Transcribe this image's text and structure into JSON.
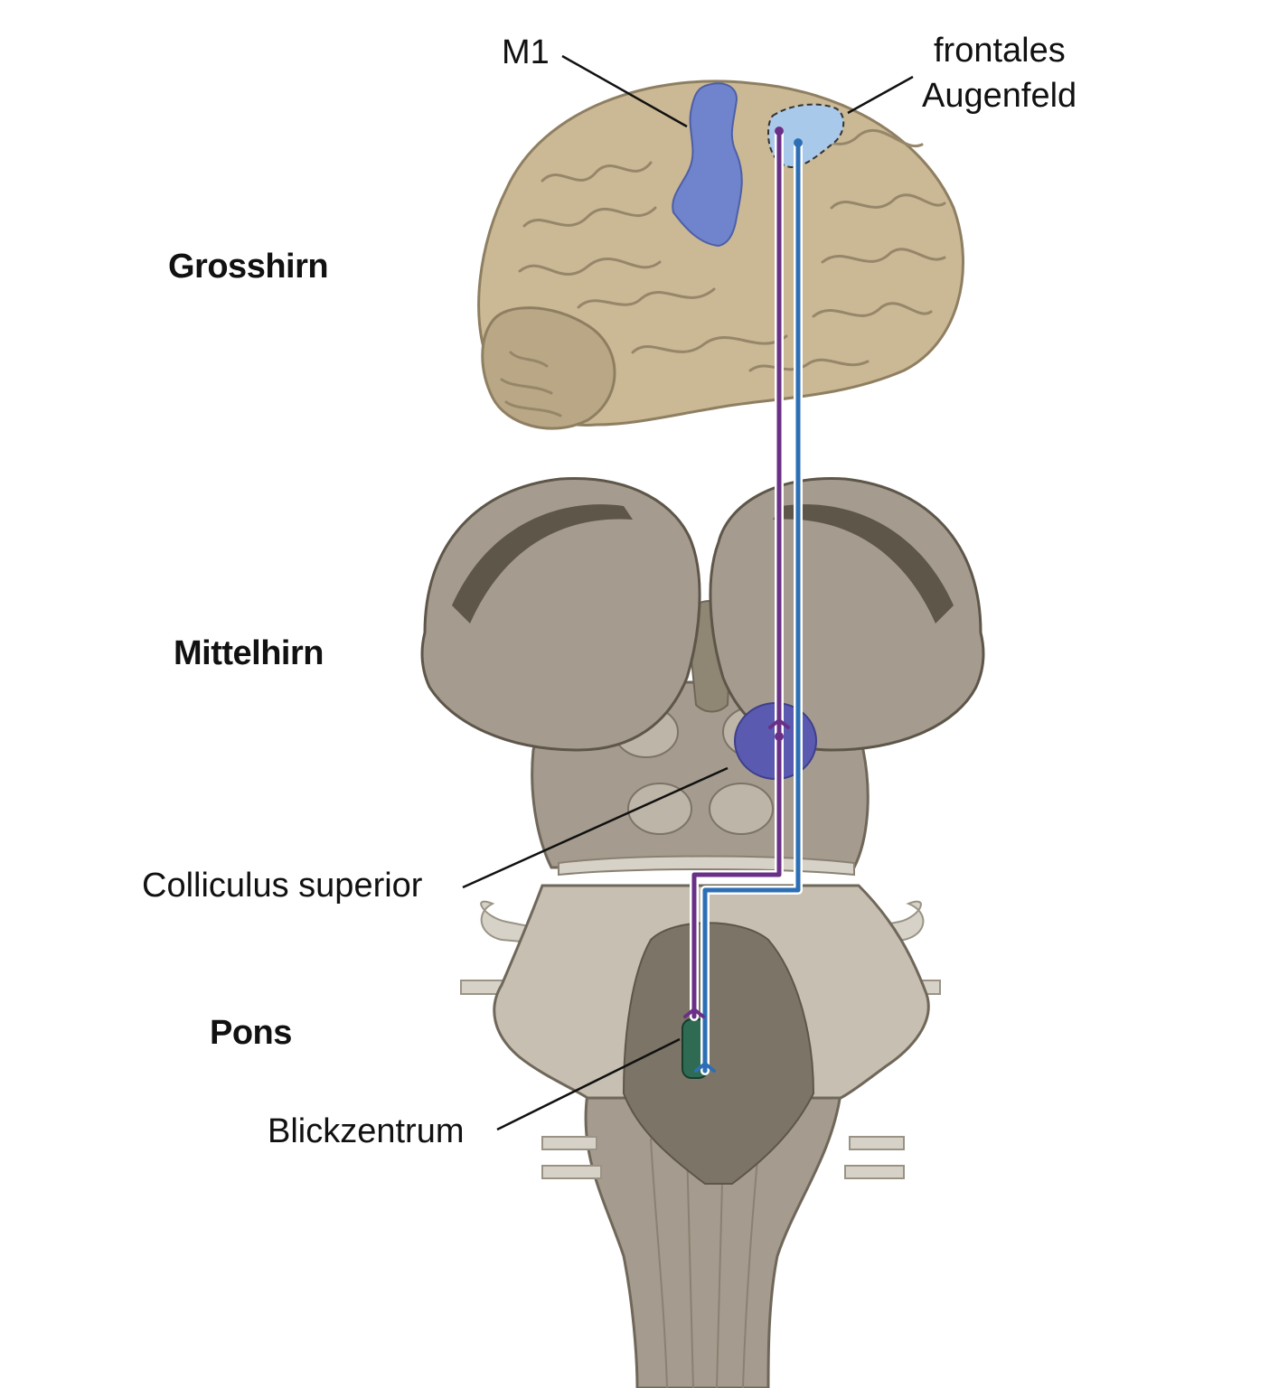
{
  "regions": {
    "grosshirn": "Grosshirn",
    "mittelhirn": "Mittelhirn",
    "pons": "Pons"
  },
  "labels": {
    "m1": "M1",
    "fef_line1": "frontales",
    "fef_line2": "Augenfeld",
    "colliculus": "Colliculus superior",
    "blickzentrum": "Blickzentrum"
  },
  "colors": {
    "brain": "#cbb894",
    "brain_shadow": "#a8977a",
    "m1": "#6f84cc",
    "fef": "#a9c9ea",
    "brainstem": "#a59c8f",
    "brainstem_dark": "#7c7466",
    "brainstem_light": "#cfc8bb",
    "colliculus": "#5a5ab0",
    "blickzentrum": "#2f6b52",
    "pathway_purple": "#6a2f86",
    "pathway_blue": "#2d6fb5"
  }
}
